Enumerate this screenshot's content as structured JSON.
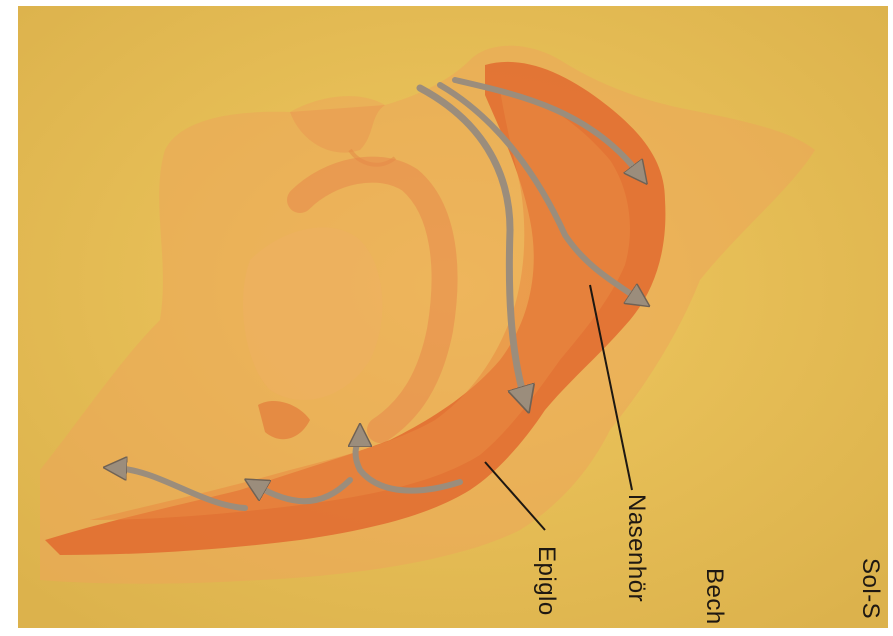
{
  "labels": {
    "epiglottis": "Epiglo",
    "nasal_pharynx": "Nasenhör",
    "cup": "Bech",
    "sol": "Sol-S"
  },
  "colors": {
    "paper": "#e7be58",
    "tissue_light": "#eda55a",
    "tissue_dark": "#e0642c",
    "arrow": "#9b8d7c"
  }
}
